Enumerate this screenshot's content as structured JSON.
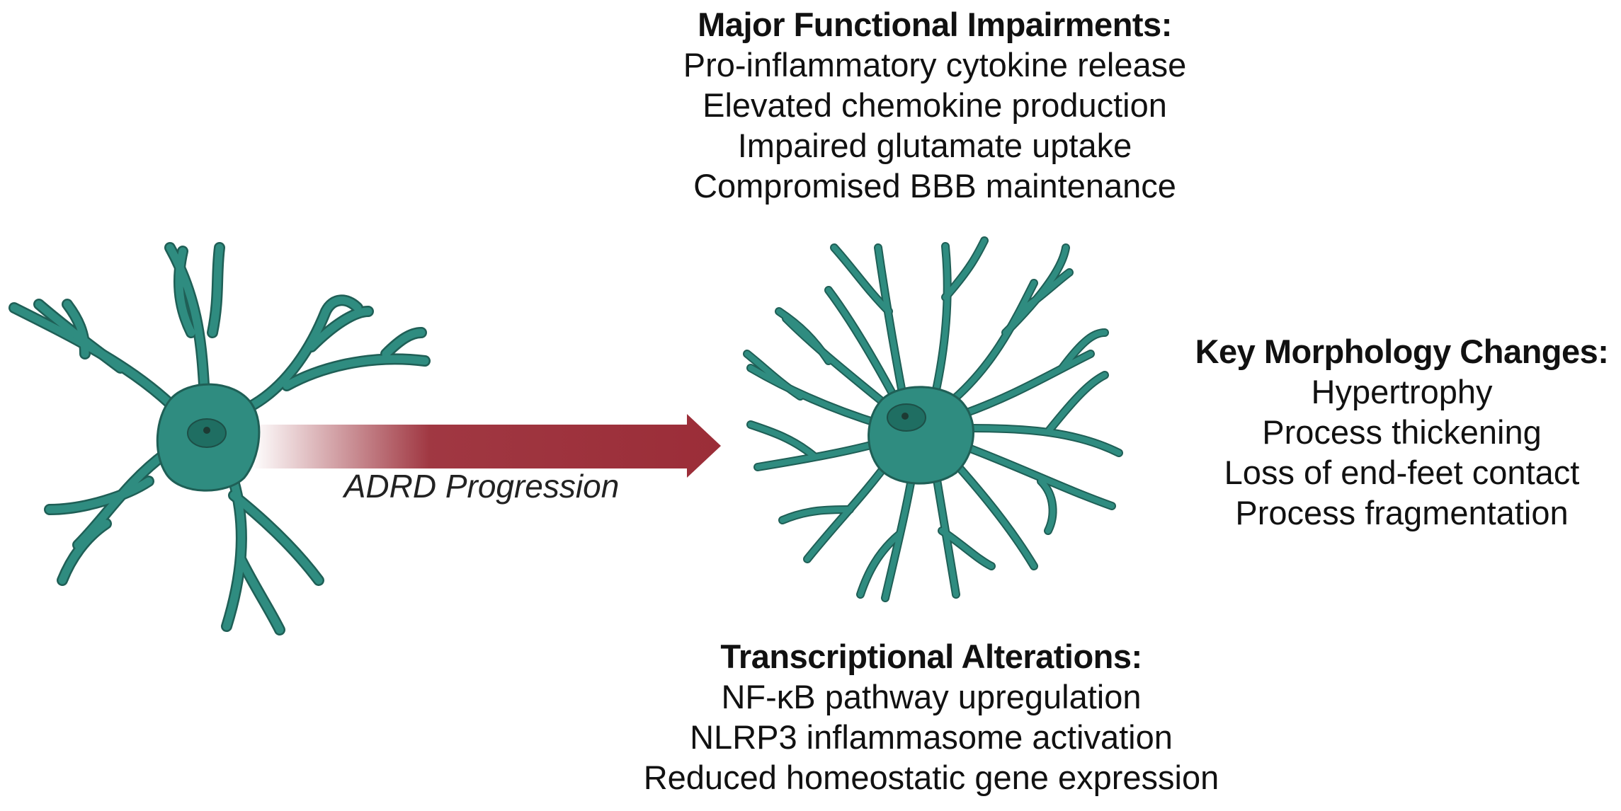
{
  "colors": {
    "cell_fill": "#2f8c80",
    "cell_stroke": "#1f5f56",
    "nucleus_fill": "#1f6e62",
    "nucleolus_fill": "#1d3a33",
    "arrow_color": "#9b2d38",
    "text_color": "#111111"
  },
  "arrow": {
    "label": "ADRD Progression"
  },
  "functional_impairments": {
    "heading": "Major Functional Impairments:",
    "items": [
      "Pro-inflammatory cytokine release",
      "Elevated chemokine production",
      "Impaired glutamate uptake",
      "Compromised BBB maintenance"
    ]
  },
  "morphology_changes": {
    "heading": "Key Morphology Changes:",
    "items": [
      "Hypertrophy",
      "Process thickening",
      "Loss of end-feet contact",
      "Process fragmentation"
    ]
  },
  "transcriptional_alterations": {
    "heading": "Transcriptional Alterations:",
    "items": [
      "NF-κB pathway upregulation",
      "NLRP3 inflammasome activation",
      "Reduced homeostatic gene expression"
    ]
  }
}
